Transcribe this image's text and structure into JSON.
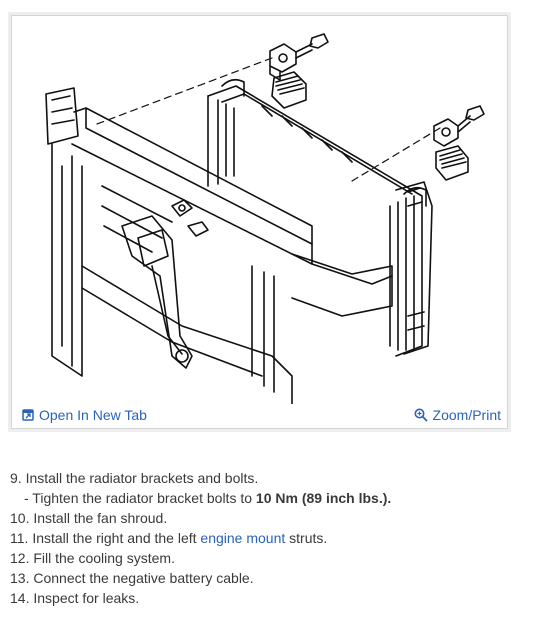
{
  "figure": {
    "open_tab_label": "Open In New Tab",
    "zoom_label": "Zoom/Print",
    "open_tab_icon": "open-in-new-tab-icon",
    "zoom_icon": "magnifier-icon"
  },
  "steps": [
    {
      "text": " 9. Install the radiator brackets and bolts."
    },
    {
      "prefix": "-  Tighten the radiator bracket bolts to ",
      "bold": "10 Nm (89 inch lbs.)."
    },
    {
      "text": "10. Install the fan shroud."
    },
    {
      "prefix": "11. Install the right and the left ",
      "link": "engine mount",
      "suffix": " struts."
    },
    {
      "text": "12. Fill the cooling system."
    },
    {
      "text": "13. Connect the negative battery cable."
    },
    {
      "text": "14. Inspect for leaks."
    }
  ],
  "colors": {
    "link": "#2a63b8",
    "text": "#3a3a3a",
    "border": "#d4d4d4"
  }
}
